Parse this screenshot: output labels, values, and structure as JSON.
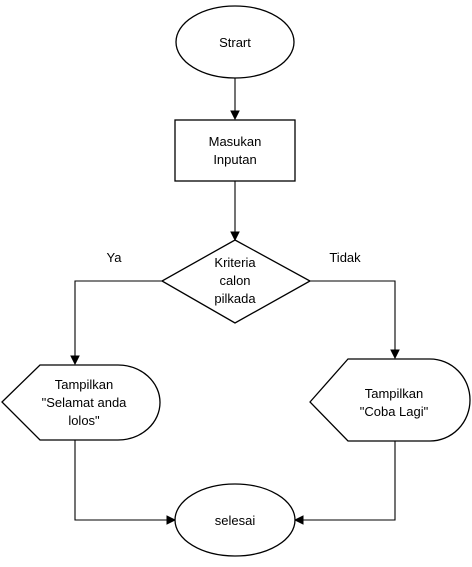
{
  "nodes": {
    "start": {
      "lines": [
        "Strart"
      ]
    },
    "input": {
      "lines": [
        "Masukan",
        "Inputan"
      ]
    },
    "decision": {
      "lines": [
        "Kriteria",
        "calon",
        "pilkada"
      ]
    },
    "display_pass": {
      "lines": [
        "Tampilkan",
        "\"Selamat anda",
        "lolos\""
      ]
    },
    "display_fail": {
      "lines": [
        "Tampilkan",
        "\"Coba Lagi\""
      ]
    },
    "end": {
      "lines": [
        "selesai"
      ]
    }
  },
  "edge_labels": {
    "yes": "Ya",
    "no": "Tidak"
  }
}
